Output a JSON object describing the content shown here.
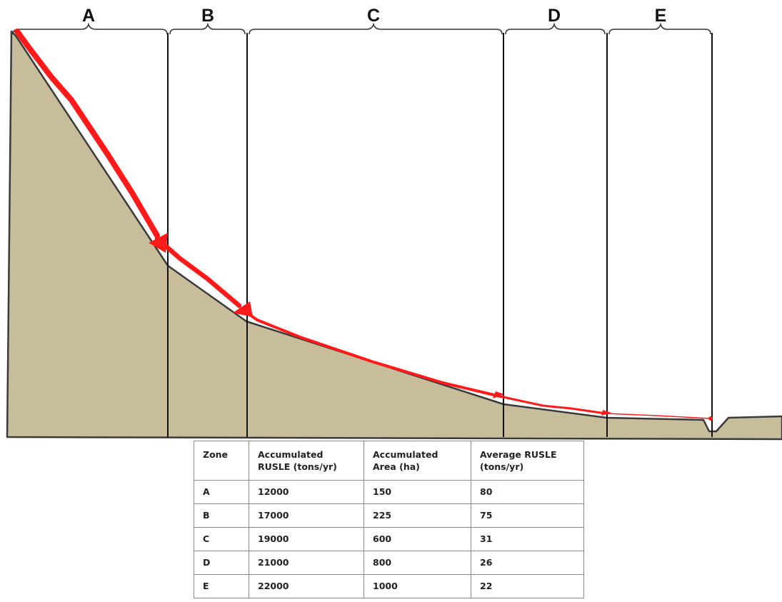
{
  "zones": [
    {
      "label": "A"
    },
    {
      "label": "B"
    },
    {
      "label": "C"
    },
    {
      "label": "D"
    },
    {
      "label": "E"
    }
  ],
  "colors": {
    "terrain_fill": "#c8bd9b",
    "terrain_outline": "#3a3a3a",
    "flow_path": "#ff1a1a",
    "table_border": "#8a8a8a"
  },
  "table": {
    "headers": [
      "Zone",
      "Accumulated\nRUSLE (tons/yr)",
      "Accumulated\nArea (ha)",
      "Average RUSLE\n(tons/yr)"
    ],
    "rows": [
      [
        "A",
        "12000",
        "150",
        "80"
      ],
      [
        "B",
        "17000",
        "225",
        "75"
      ],
      [
        "C",
        "19000",
        "600",
        "31"
      ],
      [
        "D",
        "21000",
        "800",
        "26"
      ],
      [
        "E",
        "22000",
        "1000",
        "22"
      ]
    ]
  }
}
